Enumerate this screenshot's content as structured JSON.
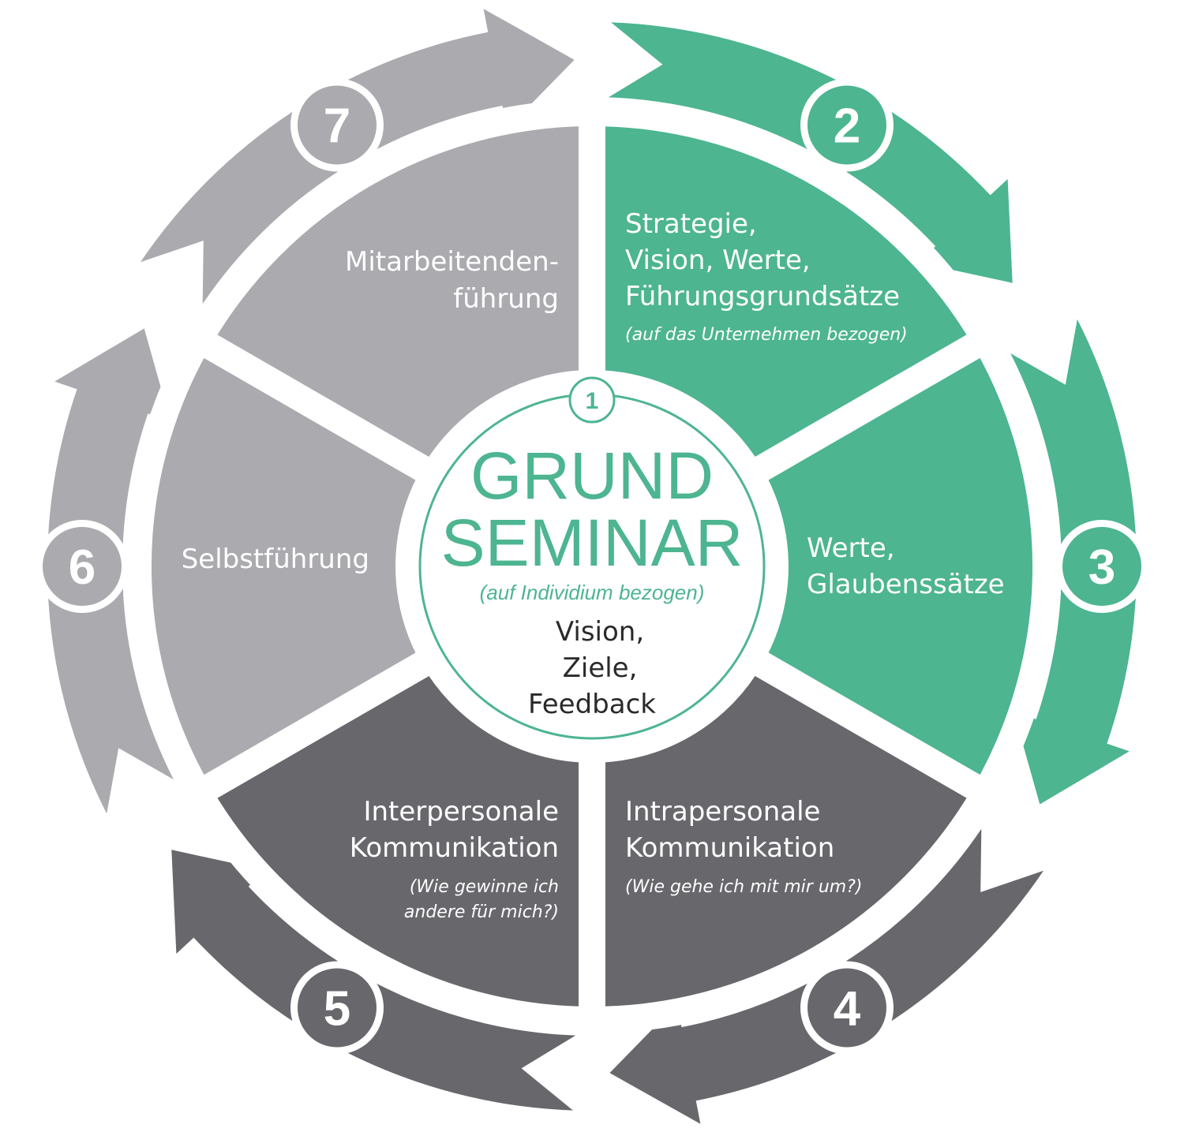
{
  "colors": {
    "green": "#4db590",
    "light_gray": "#aaaaaf",
    "dark_gray": "#68676c",
    "white": "#ffffff",
    "text_dark": "#2a2a2a"
  },
  "center": {
    "number": "1",
    "title_line1": "GRUND",
    "title_line2": "SEMINAR",
    "subtitle": "(auf Individium bezogen)",
    "body_line1": "Vision,",
    "body_line2": "Ziele,",
    "body_line3": "Feedback"
  },
  "segments": [
    {
      "id": "strategie",
      "lines": [
        "Strategie,",
        "Vision, Werte,",
        "Führungsgrundsätze"
      ],
      "sub": [
        "(auf das Unternehmen bezogen)"
      ]
    },
    {
      "id": "werte",
      "lines": [
        "Werte,",
        "Glaubenssätze"
      ],
      "sub": []
    },
    {
      "id": "intrapersonale",
      "lines": [
        "Intrapersonale",
        "Kommunikation"
      ],
      "sub": [
        "(Wie gehe ich mit mir um?)"
      ]
    },
    {
      "id": "interpersonale",
      "lines": [
        "Interpersonale",
        "Kommunikation"
      ],
      "sub": [
        "(Wie gewinne ich",
        "andere für mich?)"
      ]
    },
    {
      "id": "selbstfuehrung",
      "lines": [
        "Selbstführung"
      ],
      "sub": []
    },
    {
      "id": "mitarbeitendenfuehrung",
      "lines": [
        "Mitarbeitenden-",
        "führung"
      ],
      "sub": []
    }
  ],
  "badges": [
    "2",
    "3",
    "4",
    "5",
    "6",
    "7"
  ]
}
